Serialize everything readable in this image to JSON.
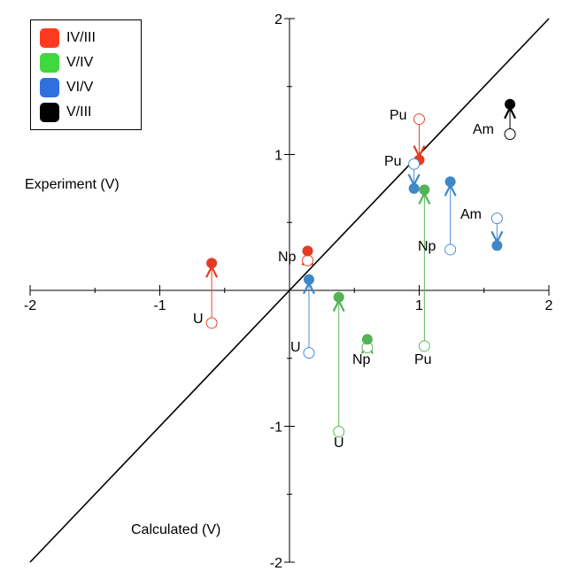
{
  "chart_data": {
    "type": "scatter",
    "xlabel": "Calculated (V)",
    "ylabel": "Experiment (V)",
    "xlim": [
      -2,
      2
    ],
    "ylim": [
      -2,
      2
    ],
    "x_ticks": [
      "-2",
      "-1",
      "1",
      "2"
    ],
    "y_ticks": [
      "2",
      "1",
      "-1",
      "-2"
    ],
    "legend_position": "top-left",
    "reference_line": "y = x",
    "series": [
      {
        "name": "IV/III",
        "color": "#ff3b1f",
        "points": [
          {
            "element": "U",
            "x": -0.6,
            "exp": 0.2,
            "calc_marker_y": -0.24
          },
          {
            "element": "Np",
            "x": 0.14,
            "exp": 0.29,
            "calc_marker_y": 0.22
          },
          {
            "element": "Pu",
            "x": 1.0,
            "exp": 0.96,
            "calc_marker_y": 1.26
          }
        ]
      },
      {
        "name": "V/IV",
        "color": "#3fd83f",
        "points": [
          {
            "element": "U",
            "x": 0.38,
            "exp": -0.05,
            "calc_marker_y": -1.04
          },
          {
            "element": "Np",
            "x": 0.6,
            "exp": -0.36,
            "calc_marker_y": -0.42
          },
          {
            "element": "Pu",
            "x": 1.04,
            "exp": 0.74,
            "calc_marker_y": -0.41
          }
        ]
      },
      {
        "name": "VI/V",
        "color": "#2f6fe0",
        "points": [
          {
            "element": "U",
            "x": 0.15,
            "exp": 0.08,
            "calc_marker_y": -0.46
          },
          {
            "element": "Pu",
            "x": 0.96,
            "exp": 0.75,
            "calc_marker_y": 0.93
          },
          {
            "element": "Np",
            "x": 1.24,
            "exp": 0.8,
            "calc_marker_y": 0.3
          },
          {
            "element": "Am",
            "x": 1.6,
            "exp": 0.33,
            "calc_marker_y": 0.53
          }
        ]
      },
      {
        "name": "V/III",
        "color": "#000000",
        "points": [
          {
            "element": "Am",
            "x": 1.7,
            "exp": 1.37,
            "calc_marker_y": 1.15
          }
        ]
      }
    ]
  },
  "legend": {
    "items": [
      {
        "label": "IV/III",
        "color": "#ff3b1f"
      },
      {
        "label": "V/IV",
        "color": "#3fd83f"
      },
      {
        "label": "VI/V",
        "color": "#2f6fe0"
      },
      {
        "label": "V/III",
        "color": "#000000"
      }
    ]
  },
  "point_labels": {
    "pu_red": "Pu",
    "pu_blue": "Pu",
    "am_black": "Am",
    "am_blue": "Am",
    "np_red": "Np",
    "np_blue": "Np",
    "u_red": "U",
    "u_blue": "U",
    "np_green": "Np",
    "pu_green": "Pu",
    "u_green": "U"
  }
}
